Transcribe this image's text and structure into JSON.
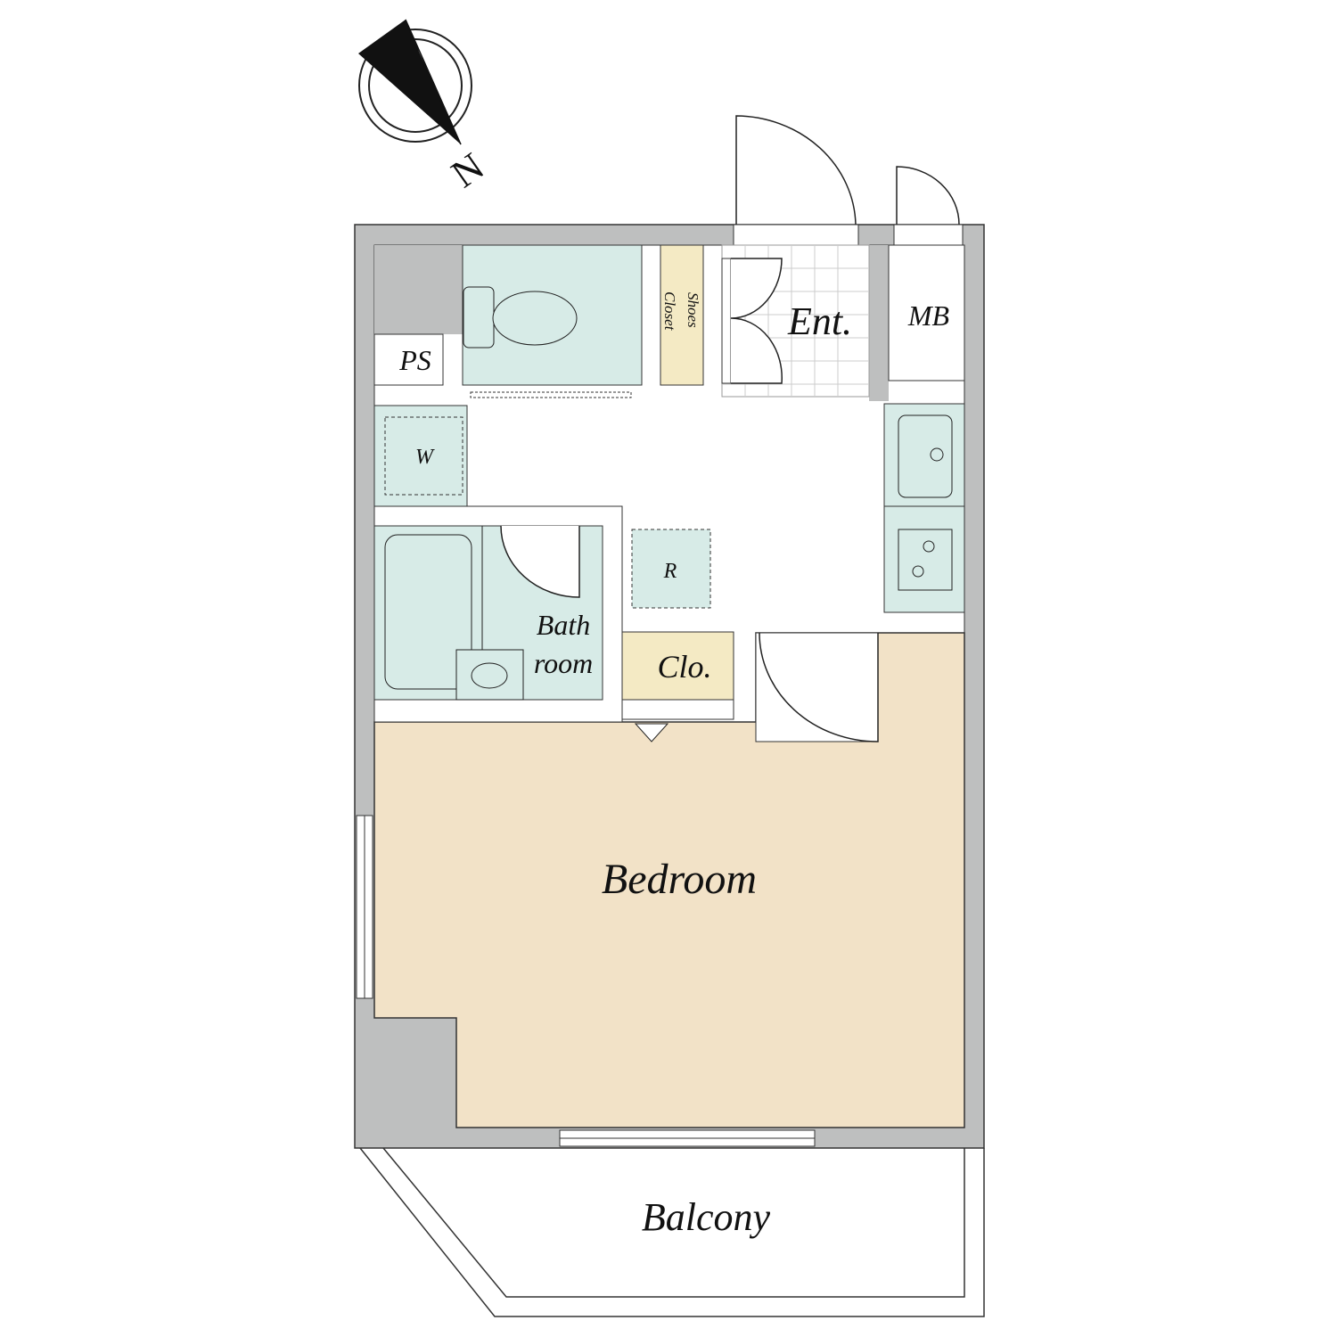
{
  "compass": {
    "label": "N"
  },
  "rooms": {
    "bedroom": "Bedroom",
    "balcony": "Balcony",
    "entrance": "Ent.",
    "mb": "MB",
    "ps": "PS",
    "shoes_closet_line1": "Shoes",
    "shoes_closet_line2": "Closet",
    "washer": "W",
    "refrigerator": "R",
    "bath_line1": "Bath",
    "bath_line2": "room",
    "closet": "Clo."
  },
  "colors": {
    "wall": "#bebfbf",
    "wet_area": "#d7ebe7",
    "storage": "#f4eac4",
    "bedroom": "#f2e2c7"
  }
}
